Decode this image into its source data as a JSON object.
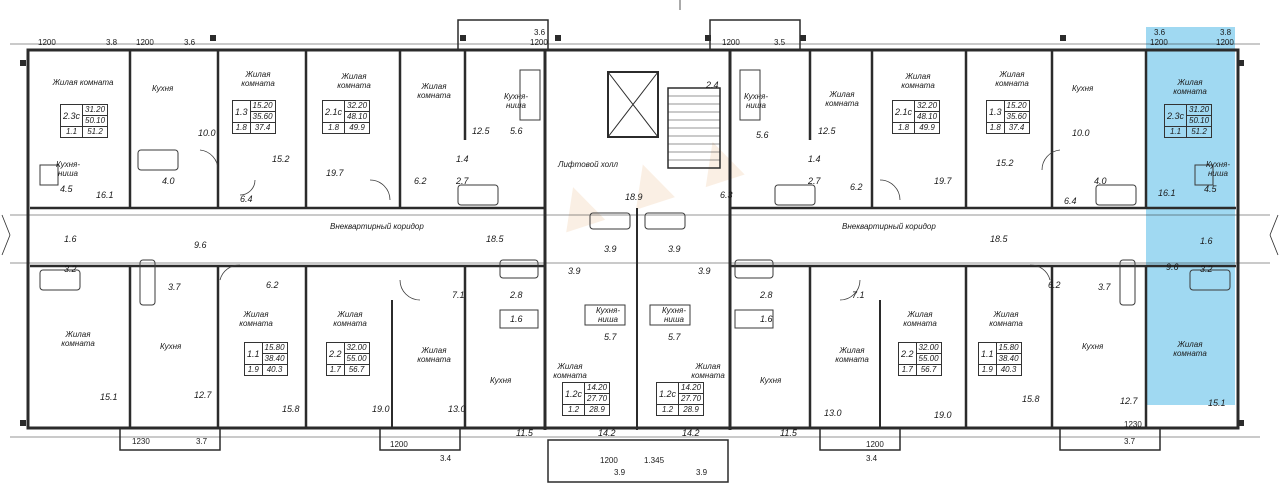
{
  "colors": {
    "wall": "#2b2b2b",
    "highlight": "#8fd2f0",
    "fixture": "#3a3a3a"
  },
  "labels": {
    "living_room": "Жилая комната",
    "kitchen": "Кухня",
    "kitchen_niche": "Кухня-ниша",
    "corridor": "Внеквартирный коридор",
    "lift_hall": "Лифтовой холл"
  },
  "apartments": [
    {
      "id": "a1",
      "code": "2.3с",
      "values": [
        "31.20",
        "50.10"
      ],
      "row2": [
        "1.1",
        "51.2"
      ]
    },
    {
      "id": "a2",
      "code": "1.3",
      "values": [
        "15.20",
        "35.60"
      ],
      "row2": [
        "1.8",
        "37.4"
      ]
    },
    {
      "id": "a3",
      "code": "2.1с",
      "values": [
        "32.20",
        "48.10"
      ],
      "row2": [
        "1.8",
        "49.9"
      ]
    },
    {
      "id": "a4",
      "code": "2.1с",
      "values": [
        "32.20",
        "48.10"
      ],
      "row2": [
        "1.8",
        "49.9"
      ]
    },
    {
      "id": "a5",
      "code": "1.3",
      "values": [
        "15.20",
        "35.60"
      ],
      "row2": [
        "1.8",
        "37.4"
      ]
    },
    {
      "id": "a6",
      "code": "2.3с",
      "values": [
        "31.20",
        "50.10"
      ],
      "row2": [
        "1.1",
        "51.2"
      ]
    },
    {
      "id": "a7",
      "code": "1.1",
      "values": [
        "15.80",
        "38.40"
      ],
      "row2": [
        "1.9",
        "40.3"
      ]
    },
    {
      "id": "a8",
      "code": "2.2",
      "values": [
        "32.00",
        "55.00"
      ],
      "row2": [
        "1.7",
        "56.7"
      ]
    },
    {
      "id": "a9",
      "code": "1.2с",
      "values": [
        "14.20",
        "27.70"
      ],
      "row2": [
        "1.2",
        "28.9"
      ]
    },
    {
      "id": "a10",
      "code": "1.2с",
      "values": [
        "14.20",
        "27.70"
      ],
      "row2": [
        "1.2",
        "28.9"
      ]
    },
    {
      "id": "a11",
      "code": "2.2",
      "values": [
        "32.00",
        "55.00"
      ],
      "row2": [
        "1.7",
        "56.7"
      ]
    },
    {
      "id": "a12",
      "code": "1.1",
      "values": [
        "15.80",
        "38.40"
      ],
      "row2": [
        "1.9",
        "40.3"
      ]
    }
  ],
  "areas": {
    "a01": "10.0",
    "a02": "15.2",
    "a03": "19.7",
    "a04": "12.5",
    "a05": "5.6",
    "a06": "16.1",
    "a07": "4.5",
    "a08": "4.0",
    "a09": "6.4",
    "a10": "6.2",
    "a11": "1.4",
    "a12": "2.7",
    "a13": "18.9",
    "a14": "2.4",
    "a15": "5.6",
    "a16": "12.5",
    "a17": "1.4",
    "a18": "2.7",
    "a19": "6.2",
    "a20": "19.7",
    "a21": "15.2",
    "a22": "10.0",
    "a23": "4.0",
    "a24": "6.4",
    "a25": "16.1",
    "a26": "4.5",
    "a27": "1.6",
    "a28": "3.2",
    "a29": "9.6",
    "a30": "18.5",
    "a31": "3.9",
    "a32": "3.9",
    "a33": "3.9",
    "a34": "3.9",
    "a35": "18.5",
    "a36": "1.6",
    "a37": "3.2",
    "a38": "9.6",
    "a39": "6.2",
    "a40": "3.7",
    "a41": "7.1",
    "a42": "2.8",
    "a43": "1.6",
    "a44": "5.7",
    "a45": "5.7",
    "a46": "2.8",
    "a47": "1.6",
    "a48": "7.1",
    "a49": "6.2",
    "a50": "3.7",
    "a51": "15.1",
    "a52": "12.7",
    "a53": "15.8",
    "a54": "19.0",
    "a55": "13.0",
    "a56": "11.5",
    "a57": "14.2",
    "a58": "14.2",
    "a59": "11.5",
    "a60": "13.0",
    "a61": "19.0",
    "a62": "15.8",
    "a63": "12.7",
    "a64": "15.1",
    "a65": "6.3"
  },
  "dims": {
    "d01": "1200",
    "d02": "3.8",
    "d03": "1200",
    "d04": "3.6",
    "d05": "3.6",
    "d06": "1200",
    "d07": "1200",
    "d08": "3.5",
    "d09": "3.6",
    "d10": "1200",
    "d11": "3.8",
    "d12": "1200",
    "d13": "1230",
    "d14": "3.7",
    "d15": "1200",
    "d16": "3.4",
    "d17": "1200",
    "d18": "3.9",
    "d19": "1.345",
    "d20": "3.9",
    "d21": "1200",
    "d22": "3.4",
    "d23": "1230",
    "d24": "3.7"
  }
}
